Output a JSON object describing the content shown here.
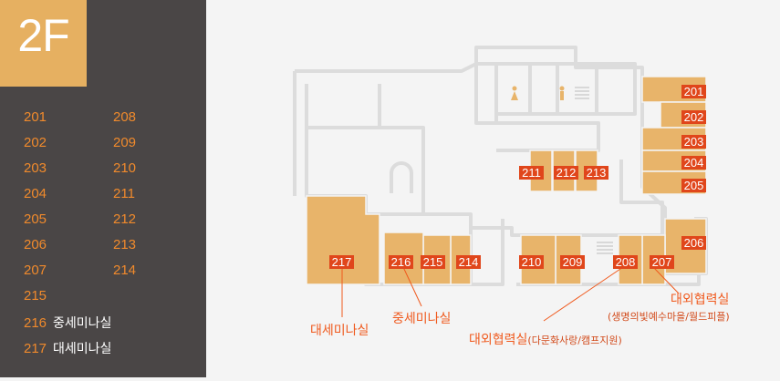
{
  "floor": {
    "label": "2F",
    "color": "#e6b061"
  },
  "colors": {
    "room_fill": "#e8b46a",
    "tag_bg": "#e0461b",
    "accent_text": "#f08a2c",
    "sidebar_bg": "#4a4646",
    "wall": "#dcdcdc",
    "callout": "#f05a1e"
  },
  "sidebar": {
    "left_column": [
      {
        "number": "201"
      },
      {
        "number": "202"
      },
      {
        "number": "203"
      },
      {
        "number": "204"
      },
      {
        "number": "205"
      },
      {
        "number": "206"
      },
      {
        "number": "207"
      },
      {
        "number": "215"
      },
      {
        "number": "216",
        "label": "중세미나실"
      },
      {
        "number": "217",
        "label": "대세미나실"
      }
    ],
    "right_column": [
      {
        "number": "208"
      },
      {
        "number": "209"
      },
      {
        "number": "210"
      },
      {
        "number": "211"
      },
      {
        "number": "212"
      },
      {
        "number": "213"
      },
      {
        "number": "214"
      }
    ]
  },
  "map": {
    "room_tags": [
      "201",
      "202",
      "203",
      "204",
      "205",
      "206",
      "207",
      "208",
      "209",
      "210",
      "211",
      "212",
      "213",
      "214",
      "215",
      "216",
      "217"
    ],
    "icons": [
      "womens-restroom-icon",
      "mens-restroom-icon",
      "stairs-icon"
    ],
    "callouts": {
      "large_seminar": "대세미나실",
      "medium_seminar": "중세미나실",
      "intl_cooperation_1": "대외협력실",
      "intl_cooperation_1_detail": "(다문화사랑/캠프지원)",
      "intl_cooperation_2": "대외협력실",
      "intl_cooperation_2_detail": "(생명의빛예수마을/월드피플)"
    }
  }
}
